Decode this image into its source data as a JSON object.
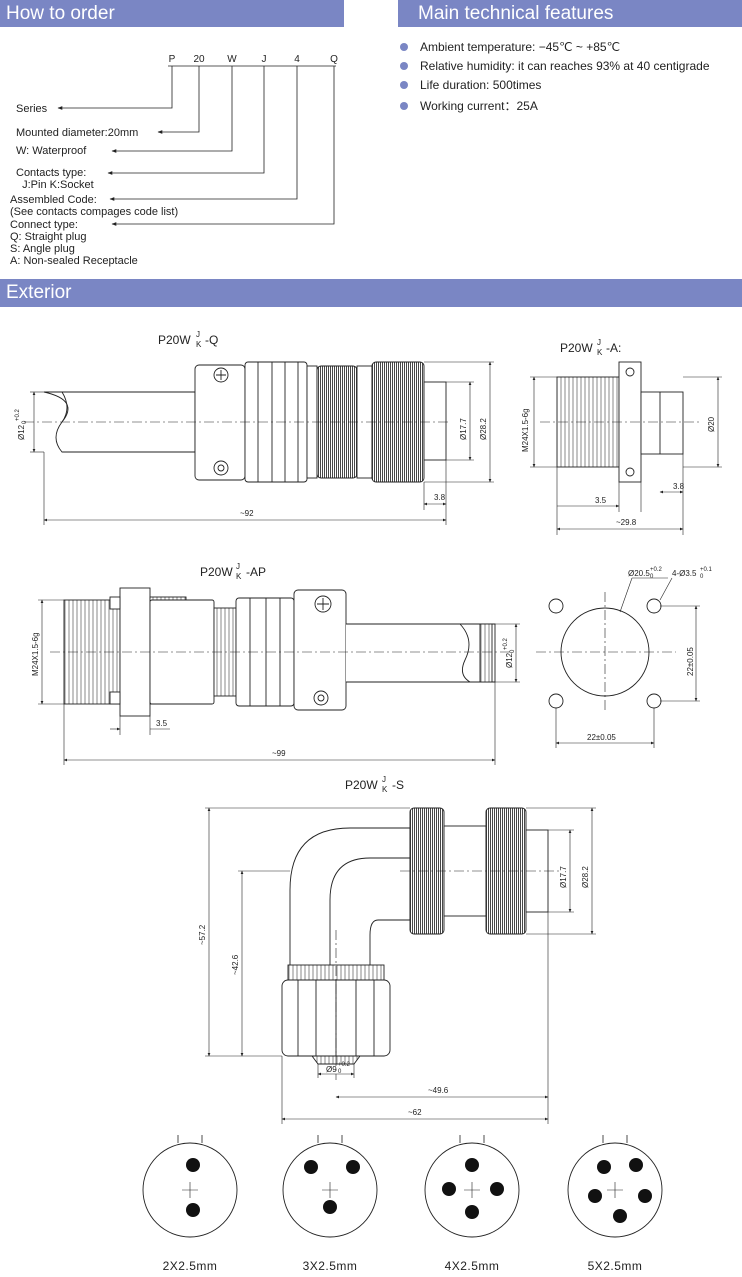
{
  "headers": {
    "how_to_order": "How to order",
    "main_features": "Main technical features",
    "exterior": "Exterior"
  },
  "order_code": {
    "letters": [
      "P",
      "20",
      "W",
      "J",
      "4",
      "Q"
    ],
    "lines": [
      "Series",
      "Mounted diameter:20mm",
      "W: Waterproof",
      "Contacts type:",
      "  J:Pin K:Socket",
      "Assembled Code:",
      "(See contacts compages code list)",
      "Connect type:",
      "Q: Straight plug",
      "S: Angle plug",
      "A: Non-sealed Receptacle"
    ]
  },
  "features": [
    "Ambient temperature: −45℃ ~ +85℃",
    "Relative humidity:  it can reaches 93% at 40 centigrade",
    "Life duration: 500times",
    "Working current：25A"
  ],
  "drawings": {
    "q": {
      "title_prefix": "P20W",
      "title_sup": "J",
      "title_sub": "K",
      "title_suffix": "-Q",
      "dims": [
        "Ø12",
        "+0.2",
        "0",
        "Ø17.7",
        "Ø28.2",
        "3.8",
        "~92"
      ]
    },
    "a": {
      "title_prefix": "P20W",
      "title_sup": "J",
      "title_sub": "K",
      "title_suffix": "-A:",
      "dims": [
        "M24X1.5-6g",
        "Ø20",
        "3.5",
        "3.8",
        "~29.8"
      ]
    },
    "ap": {
      "title_prefix": "P20W",
      "title_sup": "J",
      "title_sub": "K",
      "title_suffix": "-AP",
      "dims": [
        "M24X1.5-6g",
        "Ø12",
        "+0.2",
        "0",
        "3.5",
        "~99"
      ]
    },
    "panel": {
      "dims": [
        "Ø20.5",
        "+0.2",
        "0",
        "4-Ø3.5",
        "+0.1",
        "0",
        "22±0.05",
        "22±0.05"
      ]
    },
    "s": {
      "title_prefix": "P20W",
      "title_sup": "J",
      "title_sub": "K",
      "title_suffix": "-S",
      "dims": [
        "~57.2",
        "~42.6",
        "Ø17.7",
        "Ø28.2",
        "Ø9",
        "+0.2",
        "0",
        "~49.6",
        "~62"
      ]
    }
  },
  "contacts": [
    {
      "label": "2X2.5mm",
      "pins": 2
    },
    {
      "label": "3X2.5mm",
      "pins": 3
    },
    {
      "label": "4X2.5mm",
      "pins": 4
    },
    {
      "label": "5X2.5mm",
      "pins": 5
    }
  ]
}
